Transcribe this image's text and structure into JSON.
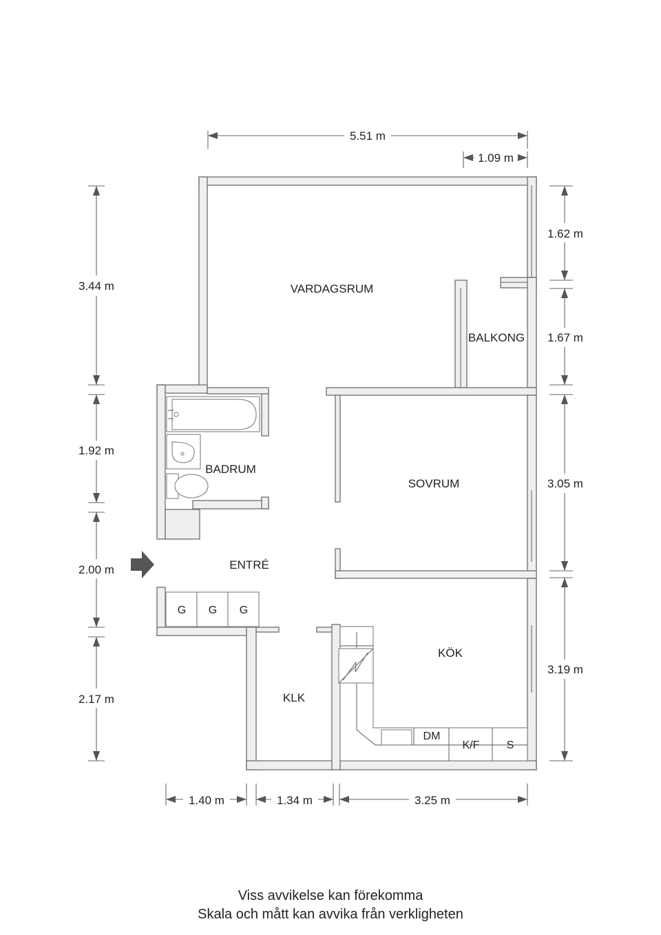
{
  "rooms": {
    "vardagsrum": "VARDAGSRUM",
    "balkong": "BALKONG",
    "badrum": "BADRUM",
    "sovrum": "SOVRUM",
    "entre": "ENTRÉ",
    "kok": "KÖK",
    "klk": "KLK"
  },
  "fixtures": {
    "g1": "G",
    "g2": "G",
    "g3": "G",
    "dm": "DM",
    "kf": "K/F",
    "s": "S"
  },
  "dimensions": {
    "top_width": "5.51 m",
    "top_right": "1.09 m",
    "left_1": "3.44 m",
    "left_2": "1.92 m",
    "left_3": "2.00 m",
    "left_4": "2.17 m",
    "right_1": "1.62 m",
    "right_2": "1.67 m",
    "right_3": "3.05 m",
    "right_4": "3.19 m",
    "bottom_1": "1.40 m",
    "bottom_2": "1.34 m",
    "bottom_3": "3.25 m"
  },
  "disclaimer": {
    "line1": "Viss avvikelse kan förekomma",
    "line2": "Skala och mått kan avvika från verkligheten"
  }
}
